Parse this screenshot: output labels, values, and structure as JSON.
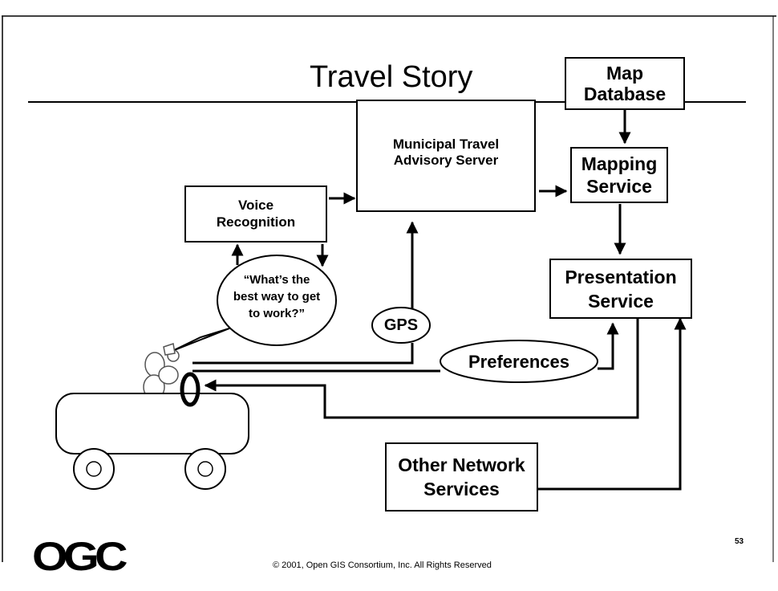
{
  "slide": {
    "title": "Travel Story",
    "footer": "© 2001, Open GIS Consortium, Inc. All Rights Reserved",
    "page_number": "53",
    "logo_text": "OGC"
  },
  "nodes": {
    "map_database": "Map\nDatabase",
    "municipal_server": "Municipal Travel\nAdvisory Server",
    "mapping_service": "Mapping\nService",
    "voice_recognition": "Voice\nRecognition",
    "presentation_service": "Presentation\nService",
    "other_network_services": "Other Network\nServices"
  },
  "bubbles": {
    "question": "“What’s the\nbest way to get\nto work?”",
    "gps": "GPS",
    "preferences": "Preferences"
  }
}
